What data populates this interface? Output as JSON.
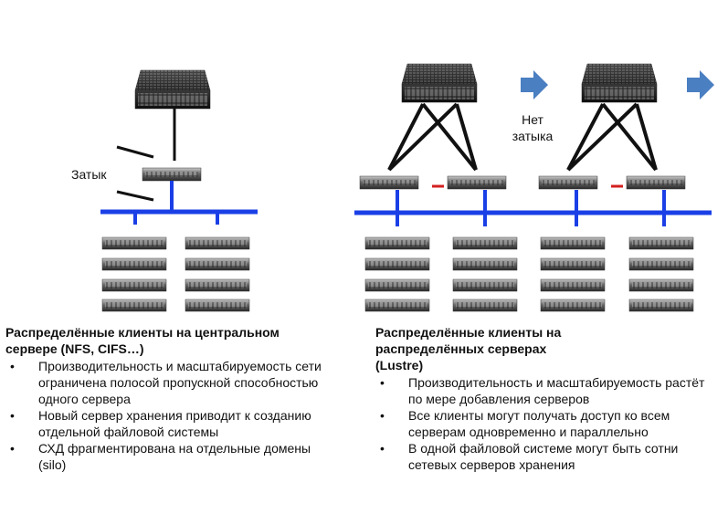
{
  "left": {
    "bottleneck_label": "Затык",
    "heading": "Распределённые клиенты на центральном сервере (NFS, CIFS…)",
    "bullets": [
      "Производительность и масштабируемость сети ограничена полосой пропускной способностью одного сервера",
      "Новый сервер хранения приводит к созданию отдельной файловой системы",
      "СХД фрагментирована на отдельные домены (silo)"
    ]
  },
  "right": {
    "no_bottleneck_label": "Нет\nзатыка",
    "heading": "Распределённые клиенты на распределённых серверах (Lustre)",
    "bullets": [
      "Производительность и масштабируемость растёт по мере добавления серверов",
      "Все клиенты могут получать доступ ко всем серверам одновременно и параллельно",
      "В одной файловой системе могут быть сотни сетевых серверов хранения"
    ]
  },
  "bullet_char": "•",
  "colors": {
    "network": "#1a3fe6",
    "arrow": "#4a7fc1",
    "link": "#d42020",
    "cable": "#111111"
  },
  "icons": [
    "storage-enclosure-icon",
    "server-icon",
    "client-node-icon",
    "arrow-right-icon"
  ]
}
